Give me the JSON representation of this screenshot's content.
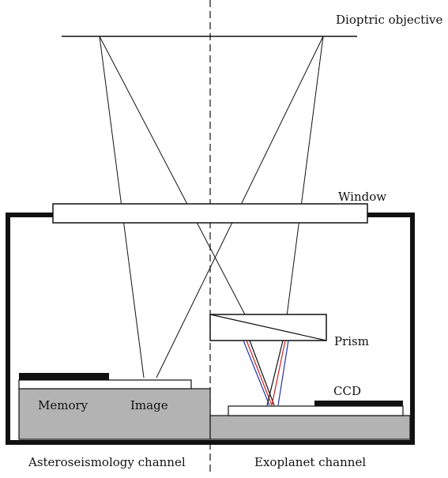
{
  "labels": {
    "dioptric_objective": "Dioptric objective",
    "window": "Window",
    "prism": "Prism",
    "ccd": "CCD",
    "memory": "Memory",
    "image": "Image",
    "asteroseismology_channel": "Asteroseismology channel",
    "exoplanet_channel": "Exoplanet channel"
  },
  "colors": {
    "stroke": "#111111",
    "fill_gray": "#b3b3b3",
    "ray_red": "#cc2222",
    "ray_blue": "#2233aa"
  }
}
